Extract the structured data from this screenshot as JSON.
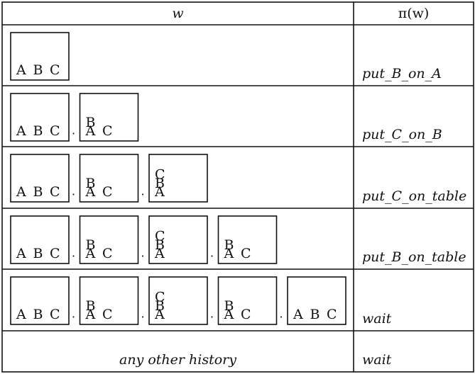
{
  "header": {
    "w": "w",
    "pi": "π(w)"
  },
  "rows": [
    {
      "history": [
        {
          "stacks": [
            [
              "A"
            ],
            [
              "B"
            ],
            [
              "C"
            ]
          ]
        }
      ],
      "action": "put_B_on_A"
    },
    {
      "history": [
        {
          "stacks": [
            [
              "A"
            ],
            [
              "B"
            ],
            [
              "C"
            ]
          ]
        },
        {
          "stacks": [
            [
              "A",
              "B"
            ],
            [
              "C"
            ]
          ]
        }
      ],
      "action": "put_C_on_B"
    },
    {
      "history": [
        {
          "stacks": [
            [
              "A"
            ],
            [
              "B"
            ],
            [
              "C"
            ]
          ]
        },
        {
          "stacks": [
            [
              "A",
              "B"
            ],
            [
              "C"
            ]
          ]
        },
        {
          "stacks": [
            [
              "A",
              "B",
              "C"
            ]
          ]
        }
      ],
      "action": "put_C_on_table"
    },
    {
      "history": [
        {
          "stacks": [
            [
              "A"
            ],
            [
              "B"
            ],
            [
              "C"
            ]
          ]
        },
        {
          "stacks": [
            [
              "A",
              "B"
            ],
            [
              "C"
            ]
          ]
        },
        {
          "stacks": [
            [
              "A",
              "B",
              "C"
            ]
          ]
        },
        {
          "stacks": [
            [
              "A",
              "B"
            ],
            [
              "C"
            ]
          ]
        }
      ],
      "action": "put_B_on_table"
    },
    {
      "history": [
        {
          "stacks": [
            [
              "A"
            ],
            [
              "B"
            ],
            [
              "C"
            ]
          ]
        },
        {
          "stacks": [
            [
              "A",
              "B"
            ],
            [
              "C"
            ]
          ]
        },
        {
          "stacks": [
            [
              "A",
              "B",
              "C"
            ]
          ]
        },
        {
          "stacks": [
            [
              "A",
              "B"
            ],
            [
              "C"
            ]
          ]
        },
        {
          "stacks": [
            [
              "A"
            ],
            [
              "B"
            ],
            [
              "C"
            ]
          ]
        }
      ],
      "action": "wait"
    }
  ],
  "other": {
    "history": "any other history",
    "action": "wait"
  },
  "separator": "·"
}
